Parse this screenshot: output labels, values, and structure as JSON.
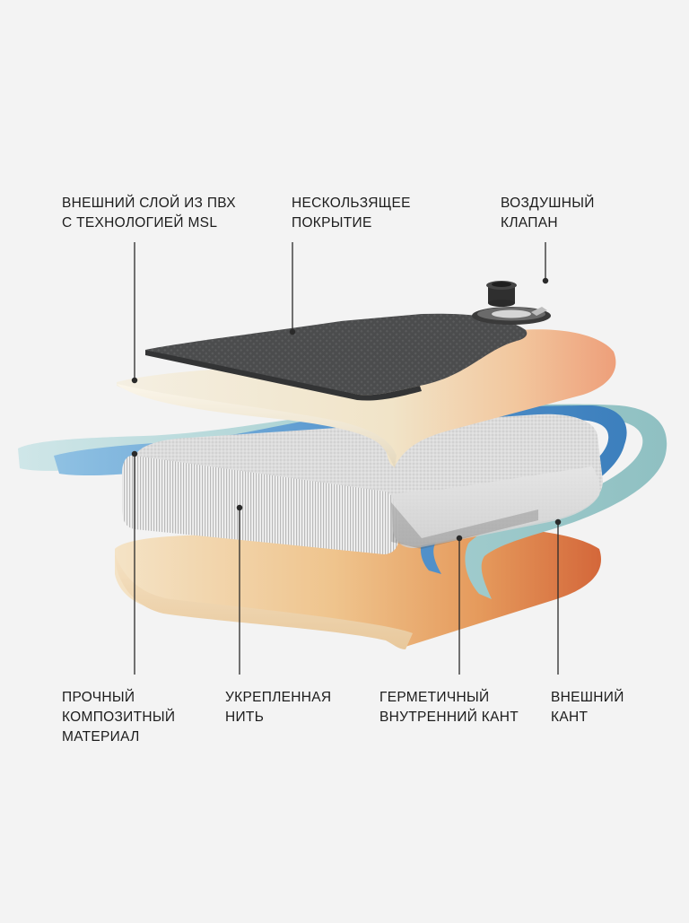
{
  "labels": {
    "outer_pvc": {
      "lines": [
        "ВНЕШНИЙ СЛОЙ ИЗ ПВХ",
        "С ТЕХНОЛОГИЕЙ MSL"
      ]
    },
    "non_slip": {
      "lines": [
        "НЕСКОЛЬЗЯЩЕЕ",
        "ПОКРЫТИЕ"
      ]
    },
    "air_valve": {
      "lines": [
        "ВОЗДУШНЫЙ",
        "КЛАПАН"
      ]
    },
    "composite": {
      "lines": [
        "ПРОЧНЫЙ",
        "КОМПОЗИТНЫЙ",
        "МАТЕРИАЛ"
      ]
    },
    "thread": {
      "lines": [
        "УКРЕПЛЕННАЯ",
        "НИТЬ"
      ]
    },
    "inner_rail": {
      "lines": [
        "ГЕРМЕТИЧНЫЙ",
        "ВНУТРЕННИЙ КАНТ"
      ]
    },
    "outer_rail": {
      "lines": [
        "ВНЕШНИЙ",
        "КАНТ"
      ]
    }
  },
  "colors": {
    "background": "#f3f3f3",
    "text": "#1c1c1c",
    "leader_line": "#2a2a2a",
    "deck_pad": "#4a4b4c",
    "top_layer": "#f1e8d4",
    "top_layer_warm": "#f0b78e",
    "drop_stitch": "#dcdcdc",
    "bottom_layer": "#eec58e",
    "bottom_layer_warm": "#d9703e",
    "inner_rail": "#4d8fc4",
    "outer_rail": "#a9cfcf",
    "valve": "#3a3a3a"
  }
}
